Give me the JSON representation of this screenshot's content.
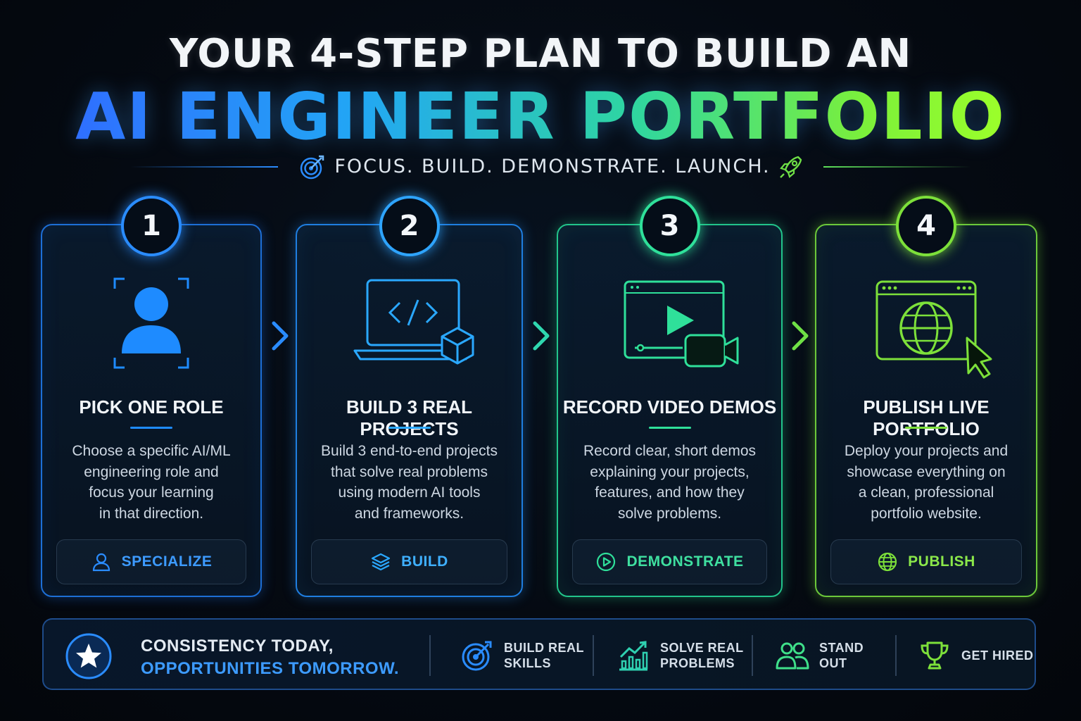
{
  "header": {
    "title_line1": "YOUR 4-STEP PLAN TO BUILD AN",
    "title_line2": "AI ENGINEER PORTFOLIO",
    "tagline": "FOCUS. BUILD. DEMONSTRATE. LAUNCH.",
    "tagline_icon_left": "target-icon",
    "tagline_icon_right": "rocket-icon"
  },
  "steps": [
    {
      "number": "1",
      "icon": "user-profile-icon",
      "title": "PICK ONE ROLE",
      "desc_lines": [
        "Choose a specific AI/ML",
        "engineering role and",
        "focus your learning",
        "in that direction."
      ],
      "button_icon": "user-icon",
      "button_label": "SPECIALIZE",
      "accent": "#1e8bff"
    },
    {
      "number": "2",
      "icon": "laptop-code-icon",
      "title": "BUILD 3 REAL PROJECTS",
      "desc_lines": [
        "Build 3 end-to-end projects",
        "that solve real problems",
        "using modern AI tools",
        "and frameworks."
      ],
      "button_icon": "layers-icon",
      "button_label": "BUILD",
      "accent": "#2aa8ff"
    },
    {
      "number": "3",
      "icon": "video-player-icon",
      "title": "RECORD VIDEO DEMOS",
      "desc_lines": [
        "Record clear, short demos",
        "explaining your projects,",
        "features, and how they",
        "solve problems."
      ],
      "button_icon": "play-icon",
      "button_label": "DEMONSTRATE",
      "accent": "#2fe09a"
    },
    {
      "number": "4",
      "icon": "browser-globe-icon",
      "title": "PUBLISH LIVE PORTFOLIO",
      "desc_lines": [
        "Deploy your projects and",
        "showcase everything on",
        "a clean, professional",
        "portfolio website."
      ],
      "button_icon": "globe-icon",
      "button_label": "PUBLISH",
      "accent": "#7de03a"
    }
  ],
  "bottom_bar": {
    "icon": "star-icon",
    "line1": "CONSISTENCY TODAY,",
    "line2": "OPPORTUNITIES TOMORROW.",
    "items": [
      {
        "icon": "target-icon",
        "line1": "BUILD REAL",
        "line2": "SKILLS"
      },
      {
        "icon": "growth-chart-icon",
        "line1": "SOLVE REAL",
        "line2": "PROBLEMS"
      },
      {
        "icon": "people-icon",
        "line1": "STAND",
        "line2": "OUT"
      },
      {
        "icon": "trophy-icon",
        "line1": "GET HIRED",
        "line2": ""
      }
    ]
  }
}
